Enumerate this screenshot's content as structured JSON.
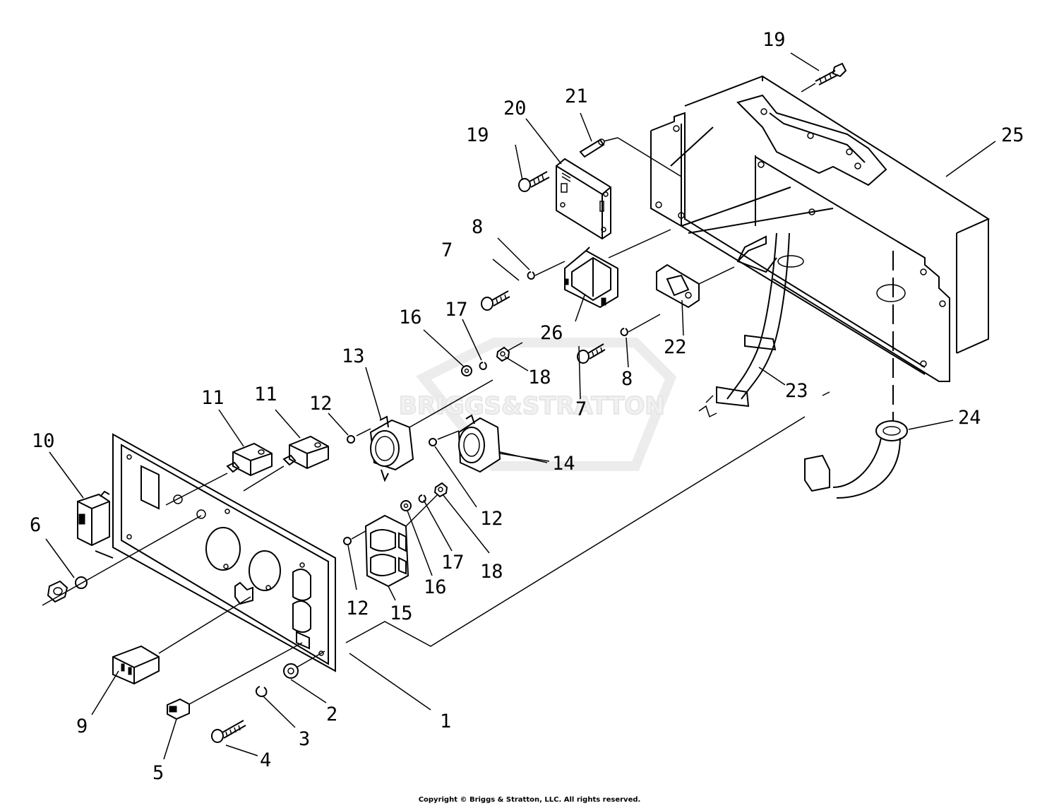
{
  "watermark": {
    "text": "BRIGGS&STRATTON"
  },
  "callouts": [
    {
      "id": "c1",
      "label": "1"
    },
    {
      "id": "c2",
      "label": "2"
    },
    {
      "id": "c3",
      "label": "3"
    },
    {
      "id": "c4",
      "label": "4"
    },
    {
      "id": "c5",
      "label": "5"
    },
    {
      "id": "c6",
      "label": "6"
    },
    {
      "id": "c7a",
      "label": "7"
    },
    {
      "id": "c7b",
      "label": "7"
    },
    {
      "id": "c8a",
      "label": "8"
    },
    {
      "id": "c8b",
      "label": "8"
    },
    {
      "id": "c9",
      "label": "9"
    },
    {
      "id": "c10",
      "label": "10"
    },
    {
      "id": "c11a",
      "label": "11"
    },
    {
      "id": "c11b",
      "label": "11"
    },
    {
      "id": "c12a",
      "label": "12"
    },
    {
      "id": "c12b",
      "label": "12"
    },
    {
      "id": "c12c",
      "label": "12"
    },
    {
      "id": "c13",
      "label": "13"
    },
    {
      "id": "c14",
      "label": "14"
    },
    {
      "id": "c15",
      "label": "15"
    },
    {
      "id": "c16a",
      "label": "16"
    },
    {
      "id": "c16b",
      "label": "16"
    },
    {
      "id": "c17a",
      "label": "17"
    },
    {
      "id": "c17b",
      "label": "17"
    },
    {
      "id": "c18a",
      "label": "18"
    },
    {
      "id": "c18b",
      "label": "18"
    },
    {
      "id": "c19a",
      "label": "19"
    },
    {
      "id": "c19b",
      "label": "19"
    },
    {
      "id": "c20",
      "label": "20"
    },
    {
      "id": "c21",
      "label": "21"
    },
    {
      "id": "c22",
      "label": "22"
    },
    {
      "id": "c23",
      "label": "23"
    },
    {
      "id": "c24",
      "label": "24"
    },
    {
      "id": "c25",
      "label": "25"
    },
    {
      "id": "c26",
      "label": "26"
    }
  ],
  "copyright": "Copyright © Briggs & Stratton, LLC. All rights reserved."
}
